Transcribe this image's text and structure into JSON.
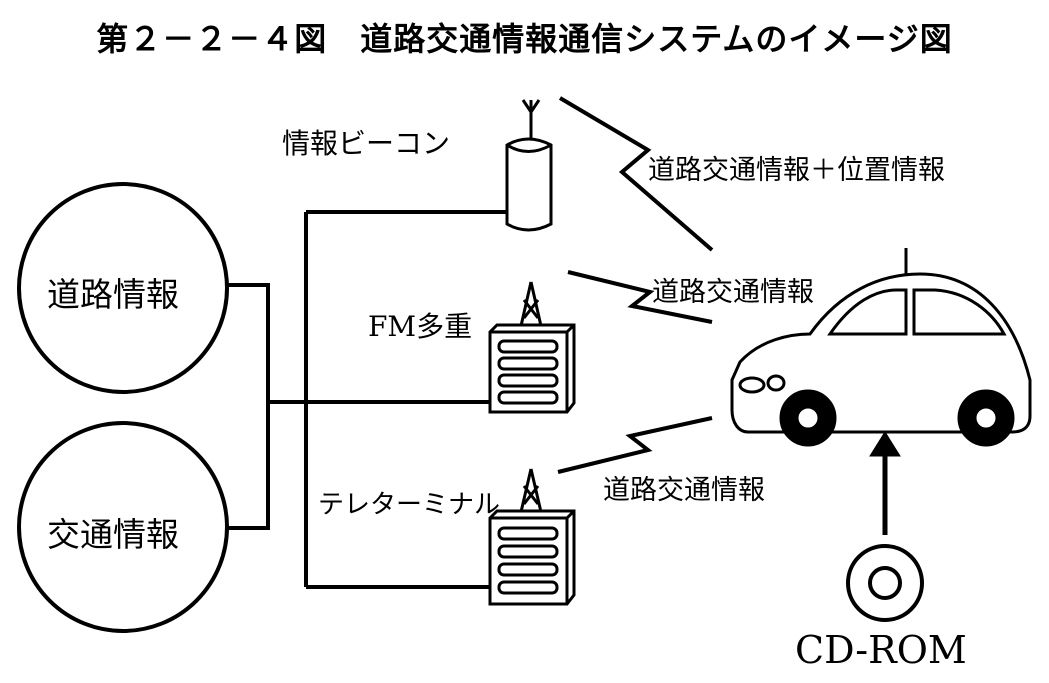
{
  "title": "第２－２－４図　道路交通情報通信システムのイメージ図",
  "sources": [
    {
      "label": "道路情報"
    },
    {
      "label": "交通情報"
    }
  ],
  "transmitters": [
    {
      "label": "情報ビーコン",
      "icon": "beacon-icon"
    },
    {
      "label": "FM多重",
      "icon": "radio-tower-icon"
    },
    {
      "label": "テレターミナル",
      "icon": "radio-tower-icon"
    }
  ],
  "signals": [
    {
      "label": "道路交通情報＋位置情報"
    },
    {
      "label": "道路交通情報"
    },
    {
      "label": "道路交通情報"
    }
  ],
  "vehicle": {
    "icon": "car-icon"
  },
  "media": {
    "label": "CD-ROM",
    "icon": "disc-icon"
  }
}
